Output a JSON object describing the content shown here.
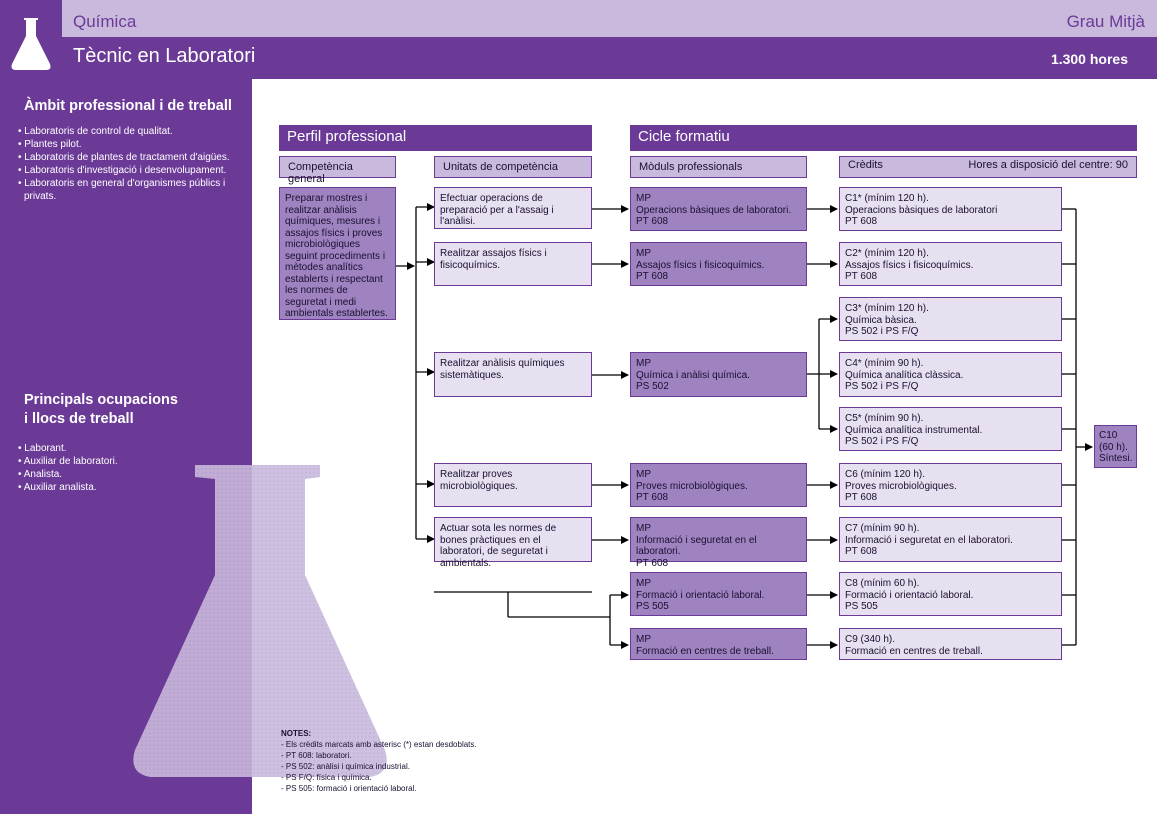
{
  "header": {
    "subject": "Química",
    "level": "Grau Mitjà",
    "title": "Tècnic en Laboratori",
    "hours": "1.300 hores"
  },
  "sidebar": {
    "ambit_title": "Àmbit professional i de treball",
    "ambit_items": [
      "• Laboratoris de control de qualitat.",
      "• Plantes pilot.",
      "• Laboratoris de plantes de tractament d'aigües.",
      "• Laboratoris d'investigació i desenvolupament.",
      "• Laboratoris en general d'organismes públics i privats."
    ],
    "ocupacions_title_1": "Principals ocupacions",
    "ocupacions_title_2": "i llocs de treball",
    "ocupacions_items": [
      "• Laborant.",
      "• Auxiliar de laboratori.",
      "• Analista.",
      "• Auxiliar analista."
    ]
  },
  "sections": {
    "perfil": "Perfil professional",
    "cicle": "Cicle formatiu"
  },
  "columns": {
    "competencia": "Competència general",
    "unitats": "Unitats de competència",
    "moduls": "Mòduls professionals",
    "credits": "Crèdits",
    "hores_centre": "Hores a disposició del centre: 90"
  },
  "competencia_general": "Preparar mostres i realitzar anàlisis químiques, mesures i assajos físics i proves microbiològiques seguint procediments i mètodes analítics establerts i respectant les normes de seguretat i medi ambientals establertes.",
  "unitats": [
    "Efectuar operacions de preparació per a l'assaig i l'anàlisi.",
    "Realitzar assajos físics i fisicoquímics.",
    "Realitzar anàlisis químiques sistemàtiques.",
    "Realitzar proves microbiològiques.",
    "Actuar sota les normes de bones pràctiques en el laboratori, de seguretat i ambientals."
  ],
  "moduls": [
    {
      "l1": "MP",
      "l2": "Operacions bàsiques de laboratori.",
      "l3": "PT 608"
    },
    {
      "l1": "MP",
      "l2": "Assajos físics i fisicoquímics.",
      "l3": "PT 608"
    },
    {
      "l1": "MP",
      "l2": "Química i anàlisi química.",
      "l3": "PS 502"
    },
    {
      "l1": "MP",
      "l2": "Proves microbiològiques.",
      "l3": "PT 608"
    },
    {
      "l1": "MP",
      "l2": "Informació i seguretat en el laboratori.",
      "l3": "PT 608"
    },
    {
      "l1": "MP",
      "l2": "Formació i orientació laboral.",
      "l3": "PS 505"
    },
    {
      "l1": "MP",
      "l2": "Formació en centres de treball.",
      "l3": ""
    }
  ],
  "credits": [
    {
      "l1": "C1* (mínim 120 h).",
      "l2": "Operacions bàsiques de laboratori",
      "l3": "PT 608"
    },
    {
      "l1": "C2* (mínim 120 h).",
      "l2": "Assajos físics i fisicoquímics.",
      "l3": "PT 608"
    },
    {
      "l1": "C3* (mínim 120 h).",
      "l2": "Química bàsica.",
      "l3": "PS 502 i PS F/Q"
    },
    {
      "l1": "C4* (mínim 90 h).",
      "l2": "Química analítica clàssica.",
      "l3": "PS 502 i PS F/Q"
    },
    {
      "l1": "C5* (mínim 90 h).",
      "l2": "Química analítica instrumental.",
      "l3": "PS 502 i PS F/Q"
    },
    {
      "l1": "C6 (mínim 120 h).",
      "l2": "Proves microbiològiques.",
      "l3": "PT 608"
    },
    {
      "l1": "C7 (mínim 90 h).",
      "l2": "Informació i seguretat en el laboratori.",
      "l3": "PT 608"
    },
    {
      "l1": "C8 (mínim 60 h).",
      "l2": "Formació i orientació laboral.",
      "l3": "PS 505"
    },
    {
      "l1": "C9 (340 h).",
      "l2": "Formació en centres de treball.",
      "l3": ""
    }
  ],
  "c10": {
    "l1": "C10",
    "l2": "(60 h).",
    "l3": "Síntesi."
  },
  "notes": {
    "title": "NOTES:",
    "items": [
      "- Els crèdits marcats amb asterisc (*) estan desdoblats.",
      "- PT 608: laboratori.",
      "- PS 502: anàlisi i química industrial.",
      "- PS F/Q: física i química.",
      "- PS 505: formació i orientació laboral."
    ]
  },
  "colors": {
    "dark_purple": "#6b3a97",
    "light_purple": "#c9b9dc",
    "mid_purple": "#9f83c1",
    "pale_purple": "#e7e0f0"
  }
}
